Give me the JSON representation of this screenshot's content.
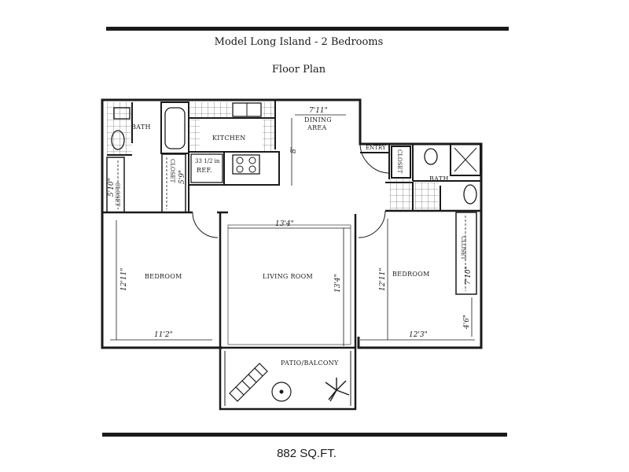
{
  "header": {
    "title": "Model Long Island - 2 Bedrooms",
    "subtitle": "Floor Plan"
  },
  "rooms": {
    "bath_left": "BATH",
    "kitchen": "KITCHEN",
    "closet_left": "CLOSET",
    "closet_kitchen": "CLOSET",
    "ref": "REF.",
    "ref_dim": "33 1/2 in",
    "dining": "DINING",
    "dining_area": "AREA",
    "entry": "ENTRY",
    "closet_entry": "CLOSET",
    "bath_right": "BATH",
    "bedroom_left": "BEDROOM",
    "living_room": "LIVING ROOM",
    "bedroom_right": "BEDROOM",
    "closet_right": "CLOSET",
    "patio": "PATIO/BALCONY"
  },
  "dimensions": {
    "dining_width": "7'11\"",
    "dining_depth": "8'",
    "closet_left_len": "5'10\"",
    "closet_kitchen_len": "5'9\"",
    "living_width": "13'4\"",
    "living_depth": "13'4\"",
    "bedroom_left_depth": "12'11\"",
    "bedroom_left_width": "11'2\"",
    "bedroom_right_depth": "12'11\"",
    "bedroom_right_width": "12'3\"",
    "closet_right_len": "7'10\"",
    "closet_right_depth": "4'6\""
  },
  "footer": {
    "area": "882 SQ.FT."
  }
}
